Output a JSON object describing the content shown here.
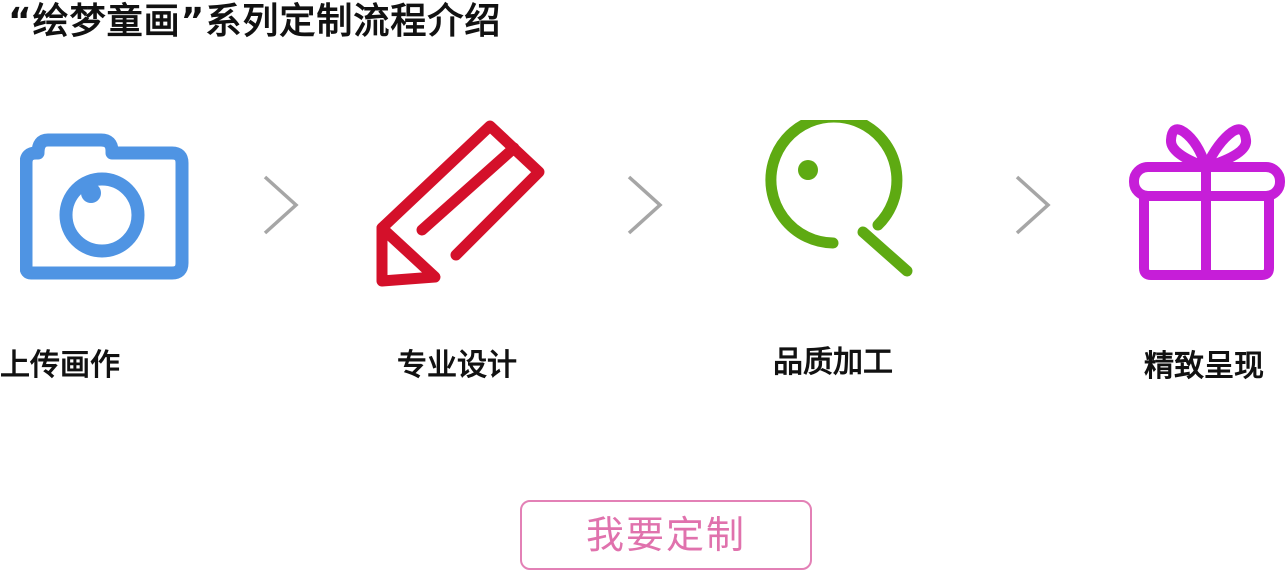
{
  "page": {
    "title": "“绘梦童画”系列定制流程介绍"
  },
  "steps": [
    {
      "label": "上传画作",
      "icon": "camera-icon",
      "color": "#4f94e3"
    },
    {
      "label": "专业设计",
      "icon": "pencil-icon",
      "color": "#d4102a"
    },
    {
      "label": "品质加工",
      "icon": "magnifier-icon",
      "color": "#5eaa12"
    },
    {
      "label": "精致呈现",
      "icon": "gift-icon",
      "color": "#c61ed8"
    }
  ],
  "arrows": {
    "icon": "chevron-right-icon",
    "color": "#a6a6a6"
  },
  "cta": {
    "label": "我要定制",
    "text_color": "#e072ad",
    "border_color": "#e381b6"
  }
}
